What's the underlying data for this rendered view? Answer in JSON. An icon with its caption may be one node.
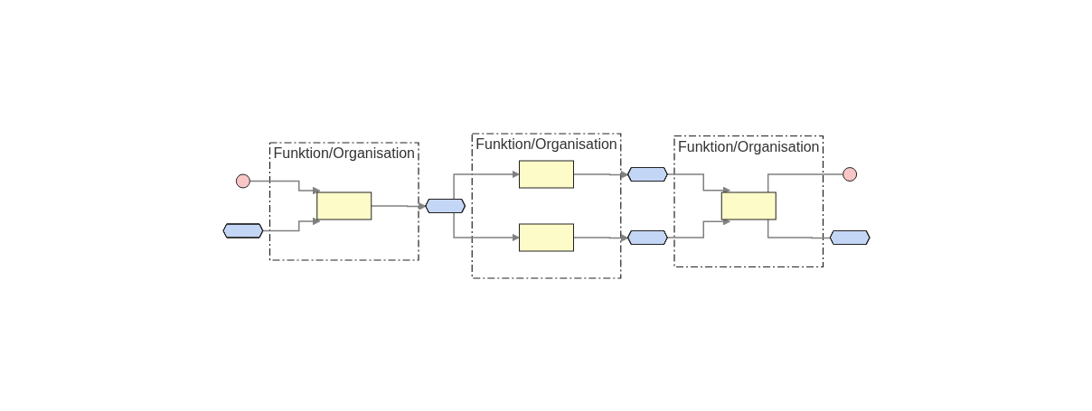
{
  "diagram": {
    "nodes": [
      {
        "text": [
          "Funktion/Organisation"
        ]
      },
      {
        "text": [],
        "shape": "octagon"
      },
      {
        "text": [],
        "shape": "hexagon"
      },
      {
        "text": [],
        "shape": "pentagon",
        "in": 0
      },
      {
        "text": [],
        "shape": "hexagon"
      },
      {
        "text": [
          "Funktion/Organisation"
        ]
      },
      {
        "text": [],
        "shape": "pentagon",
        "in": 5
      },
      {
        "text": [],
        "shape": "pentagon",
        "in": 5
      },
      {
        "text": [],
        "shape": "hexagon"
      },
      {
        "text": [],
        "shape": "hexagon"
      },
      {
        "text": [
          "Funktion/Organisation"
        ]
      },
      {
        "text": [],
        "shape": "pentagon",
        "in": 10
      },
      {
        "text": [],
        "shape": "octagon"
      },
      {
        "text": [],
        "shape": "hexagon"
      }
    ],
    "edges": [
      {
        "from": 1,
        "to": 3,
        "arrow": "to"
      },
      {
        "from": 2,
        "to": 3,
        "arrow": "to"
      },
      {
        "from": 3,
        "to": 4,
        "arrow": "to"
      },
      {
        "from": 4,
        "to": 6,
        "arrow": "to"
      },
      {
        "from": 4,
        "to": 7,
        "arrow": "to"
      },
      {
        "from": 6,
        "to": 8,
        "arrow": "to"
      },
      {
        "from": 7,
        "to": 9,
        "arrow": "to"
      },
      {
        "from": 8,
        "to": 11,
        "arrow": "to"
      },
      {
        "from": 9,
        "to": 11,
        "arrow": "to"
      },
      {
        "from": 11,
        "to": 12,
        "arrow": "none"
      },
      {
        "from": 11,
        "to": 13,
        "arrow": "none"
      }
    ]
  }
}
